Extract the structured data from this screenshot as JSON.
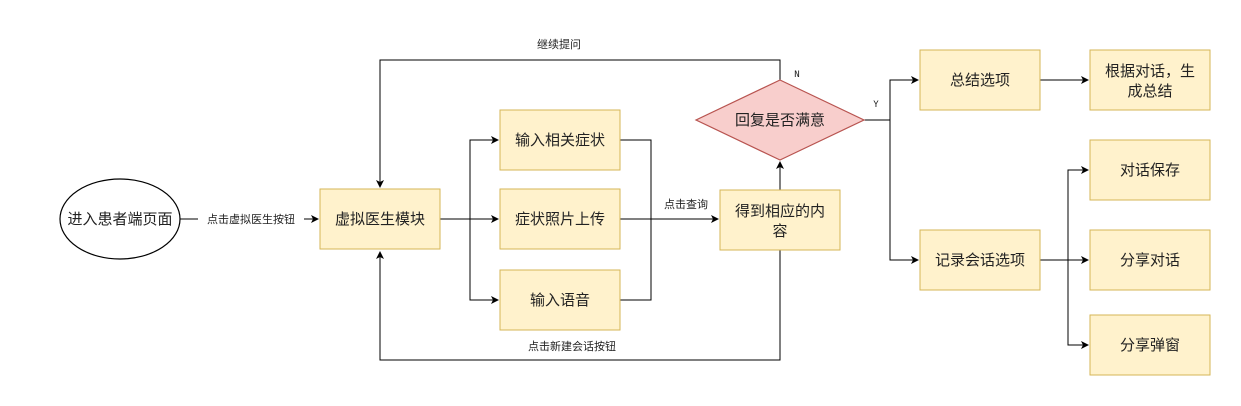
{
  "nodes": {
    "start": "进入患者端页面",
    "virtual_doctor": "虚拟医生模块",
    "input_symptoms": "输入相关症状",
    "upload_photo": "症状照片上传",
    "input_voice": "输入语音",
    "result_line1": "得到相应的内",
    "result_line2": "容",
    "decision": "回复是否满意",
    "summary_option": "总结选项",
    "summary_result_line1": "根据对话，生",
    "summary_result_line2": "成总结",
    "record_option": "记录会话选项",
    "save_dialog": "对话保存",
    "share_dialog": "分享对话",
    "share_popup": "分享弹窗"
  },
  "edges": {
    "click_virtual_doctor": "点击虚拟医生按钮",
    "click_query": "点击查询",
    "continue_ask": "继续提问",
    "click_new_session": "点击新建会话按钮",
    "yes": "Y",
    "no": "N"
  },
  "colors": {
    "box_fill": "#fff2cc",
    "box_stroke": "#d6b656",
    "decision_fill": "#f8cecc",
    "decision_stroke": "#b85450"
  }
}
